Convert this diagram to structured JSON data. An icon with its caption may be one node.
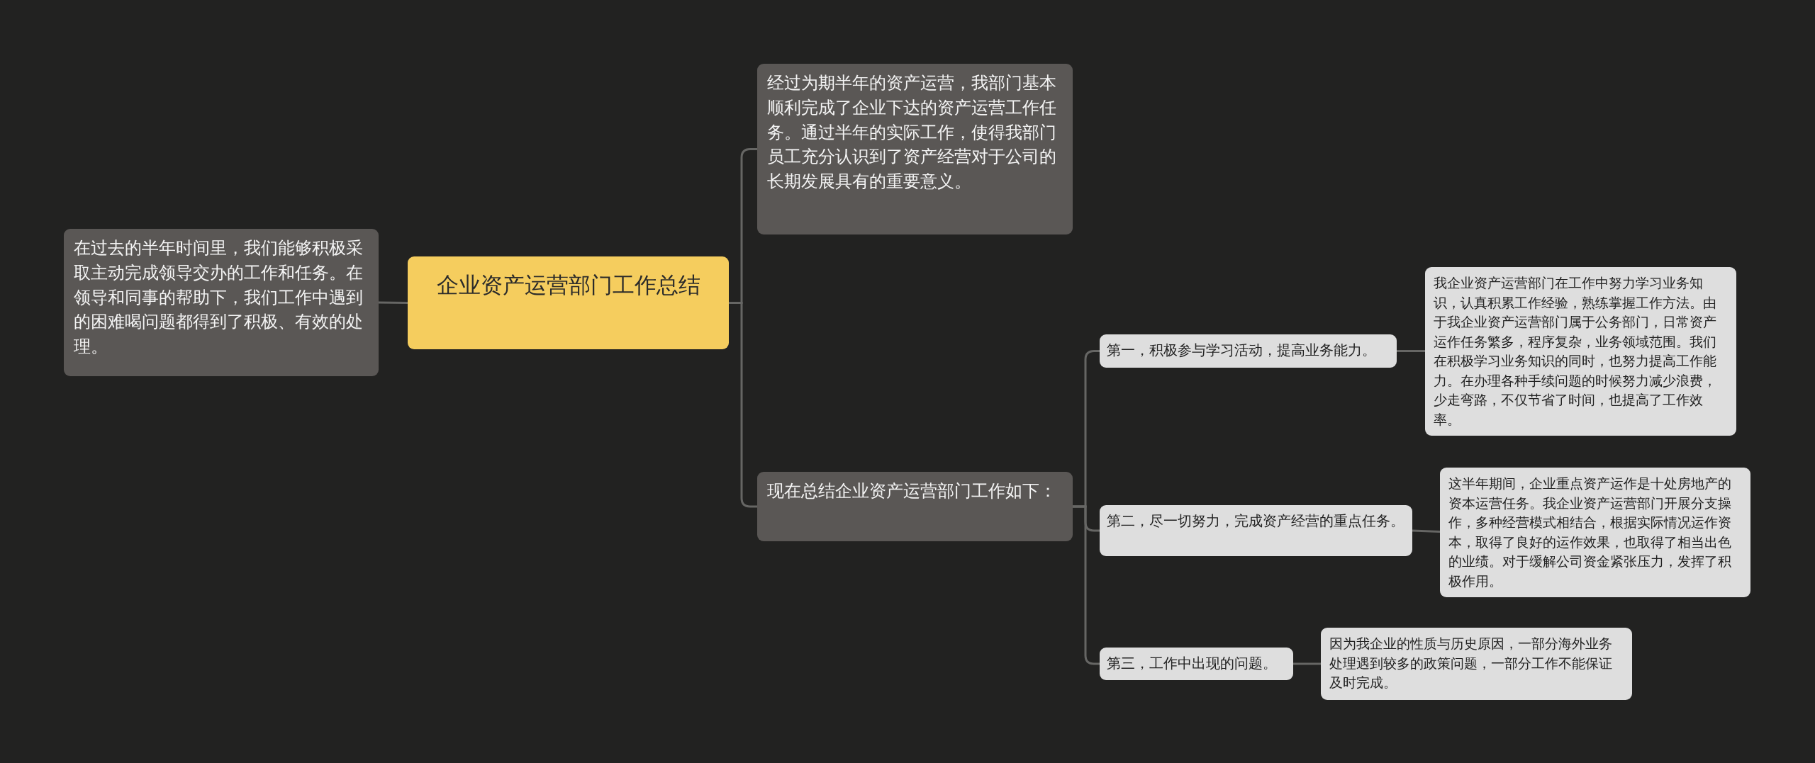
{
  "diagram": {
    "nodes": [
      {
        "text": [
          "企业资产运营部门工作总结"
        ]
      },
      {
        "text": [
          "在过去的半年时间里，我们能够积极采取主动完成领导交办的工作和任务。在领导和同事的帮助下，我们工作中遇到的困难喝问题都得到了积极、有效的处理。"
        ]
      },
      {
        "text": [
          "经过为期半年的资产运营，我部门基本顺利完成了企业下达的资产运营工作任务。通过半年的实际工作，使得我部门员工充分认识到了资产经营对于公司的长期发展具有的重要意义。"
        ]
      },
      {
        "text": [
          "现在总结企业资产运营部门工作如下："
        ]
      },
      {
        "text": [
          "第一，积极参与学习活动，提高业务能力。"
        ]
      },
      {
        "text": [
          "我企业资产运营部门在工作中努力学习业务知识，认真积累工作经验，熟练掌握工作方法。由于我企业资产运营部门属于公务部门，日常资产运作任务繁多，程序复杂，业务领域范围。我们在积极学习业务知识的同时，也努力提高工作能力。在办理各种手续问题的时候努力减少浪费，少走弯路，不仅节省了时间，也提高了工作效率。"
        ]
      },
      {
        "text": [
          "第二，尽一切努力，完成资产经营的重点任务。"
        ]
      },
      {
        "text": [
          "这半年期间，企业重点资产运作是十处房地产的资本运营任务。我企业资产运营部门开展分支操作，多种经营模式相结合，根据实际情况运作资本，取得了良好的运作效果，也取得了相当出色的业绩。对于缓解公司资金紧张压力，发挥了积极作用。"
        ]
      },
      {
        "text": [
          "第三，工作中出现的问题。"
        ]
      },
      {
        "text": [
          "因为我企业的性质与历史原因，一部分海外业务处理遇到较多的政策问题，一部分工作不能保证及时完成。"
        ]
      }
    ],
    "edges": [
      {
        "from": 0,
        "to": 1,
        "arrow": "none"
      },
      {
        "from": 0,
        "to": 2,
        "arrow": "none"
      },
      {
        "from": 0,
        "to": 3,
        "arrow": "none"
      },
      {
        "from": 3,
        "to": 4,
        "arrow": "none"
      },
      {
        "from": 3,
        "to": 6,
        "arrow": "none"
      },
      {
        "from": 3,
        "to": 8,
        "arrow": "none"
      },
      {
        "from": 4,
        "to": 5,
        "arrow": "none"
      },
      {
        "from": 6,
        "to": 7,
        "arrow": "none"
      },
      {
        "from": 8,
        "to": 9,
        "arrow": "none"
      }
    ]
  }
}
